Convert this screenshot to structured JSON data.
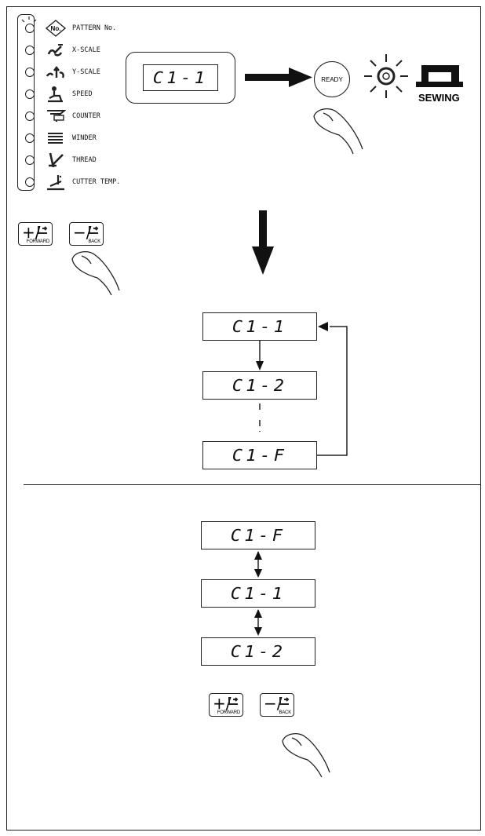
{
  "panel": {
    "items": [
      {
        "label": "PATTERN No.",
        "icon": "pattern-no-icon"
      },
      {
        "label": "X-SCALE",
        "icon": "x-scale-icon"
      },
      {
        "label": "Y-SCALE",
        "icon": "y-scale-icon"
      },
      {
        "label": "SPEED",
        "icon": "speed-icon"
      },
      {
        "label": "COUNTER",
        "icon": "counter-icon"
      },
      {
        "label": "WINDER",
        "icon": "winder-icon"
      },
      {
        "label": "THREAD",
        "icon": "thread-icon"
      },
      {
        "label": "CUTTER TEMP.",
        "icon": "cutter-temp-icon"
      }
    ],
    "pattern_badge": "No."
  },
  "top_display": "C1-1",
  "ready_button": "READY",
  "sewing_label": "SEWING",
  "keys": {
    "plus_symbol": "+/",
    "plus_sub": "FORWARD",
    "minus_symbol": "−/",
    "minus_sub": "BACK"
  },
  "cycle_displays": [
    "C1-1",
    "C1-2",
    "C1-F"
  ],
  "bottom_displays": [
    "C1-F",
    "C1-1",
    "C1-2"
  ]
}
